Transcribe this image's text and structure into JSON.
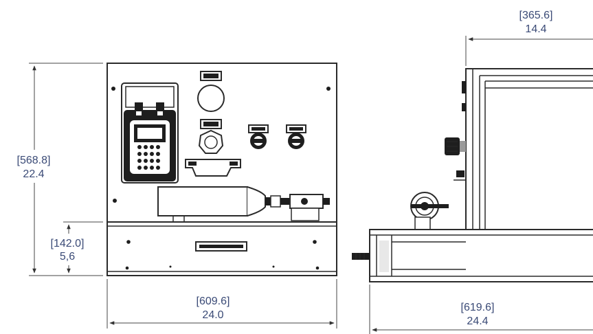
{
  "dimensions": {
    "overall_height": {
      "metric": "[568.8]",
      "imperial": "22.4"
    },
    "base_height": {
      "metric": "[142.0]",
      "imperial": "5,6"
    },
    "front_width": {
      "metric": "[609.6]",
      "imperial": "24.0"
    },
    "side_top_width": {
      "metric": "[365.6]",
      "imperial": "14.4"
    },
    "side_base_width": {
      "metric": "[619.6]",
      "imperial": "24.4"
    }
  },
  "colors": {
    "dimension_text": "#3a4a76",
    "linework": "#2a2a2a",
    "fill_dark": "#1e1e1e"
  }
}
